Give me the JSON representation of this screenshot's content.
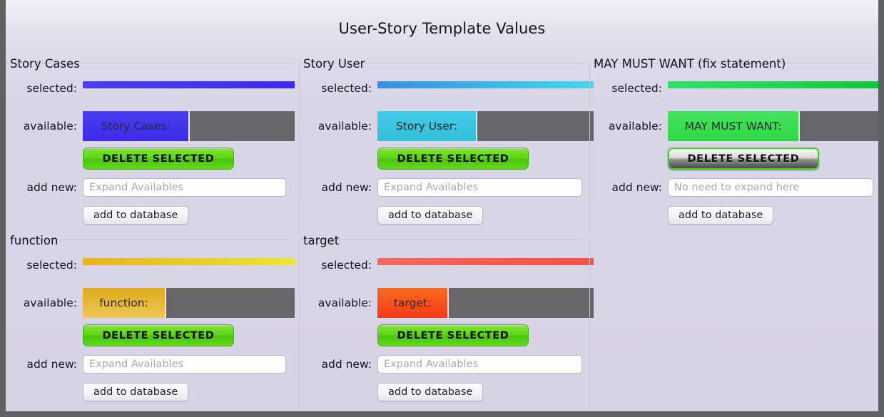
{
  "window": {
    "title": "User-Story Template Values",
    "frame_color": "#5f6062",
    "panel_bg": "#d9d6e7"
  },
  "labels": {
    "selected": "selected:",
    "available": "available:",
    "add_new": "add new:"
  },
  "groups": [
    {
      "title": "Story Cases",
      "selected_bar": {
        "gradient_from": "#4a3ef0",
        "gradient_to": "#3b2bea",
        "accent": "#4436ef"
      },
      "available": {
        "swatch_label": "Story Cases:",
        "swatch_color_from": "#4a3ef0",
        "swatch_color_to": "#3b2bea",
        "swatch_width": 150,
        "empty_color": "#67676a"
      },
      "delete_label": "DELETE SELECTED",
      "delete_state": "normal",
      "input_value": "",
      "input_placeholder": "Expand Availables",
      "add_label": "add to database"
    },
    {
      "title": "Story User",
      "selected_bar": {
        "gradient_from": "#3b8ee0",
        "gradient_to": "#45d6f0",
        "accent": "#3fb8e8"
      },
      "available": {
        "swatch_label": "Story User:",
        "swatch_color_from": "#43cbe8",
        "swatch_color_to": "#33bfd8",
        "swatch_width": 140,
        "empty_color": "#67676a"
      },
      "delete_label": "DELETE SELECTED",
      "delete_state": "normal",
      "input_value": "",
      "input_placeholder": "Expand Availables",
      "add_label": "add to database"
    },
    {
      "title": "MAY MUST WANT (fix statement)",
      "selected_bar": {
        "gradient_from": "#33e06a",
        "gradient_to": "#12c63a",
        "accent": "#25d452"
      },
      "available": {
        "swatch_label": "MAY MUST WANT:",
        "swatch_color_from": "#46e35f",
        "swatch_color_to": "#2fd945",
        "swatch_width": 185,
        "empty_color": "#67676a"
      },
      "delete_label": "DELETE SELECTED",
      "delete_state": "pressed",
      "input_value": "",
      "input_placeholder": "No need to expand here",
      "add_label": "add to database"
    },
    {
      "title": "function",
      "selected_bar": {
        "gradient_from": "#e8b320",
        "gradient_to": "#ece82e",
        "accent": "#e5cf28"
      },
      "available": {
        "swatch_label": "function:",
        "swatch_color_from": "#e0a81c",
        "swatch_color_to": "#ecc856",
        "swatch_width": 117,
        "empty_color": "#67676a"
      },
      "delete_label": "DELETE SELECTED",
      "delete_state": "normal",
      "input_value": "",
      "input_placeholder": "Expand Availables",
      "add_label": "add to database"
    },
    {
      "title": "target",
      "selected_bar": {
        "gradient_from": "#f06a62",
        "gradient_to": "#f45148",
        "accent": "#f45a50"
      },
      "available": {
        "swatch_label": "target:",
        "swatch_color_from": "#fa6a22",
        "swatch_color_to": "#f53a18",
        "swatch_width": 100,
        "empty_color": "#67676a"
      },
      "delete_label": "DELETE SELECTED",
      "delete_state": "normal",
      "input_value": "",
      "input_placeholder": "Expand Availables",
      "add_label": "add to database"
    }
  ]
}
